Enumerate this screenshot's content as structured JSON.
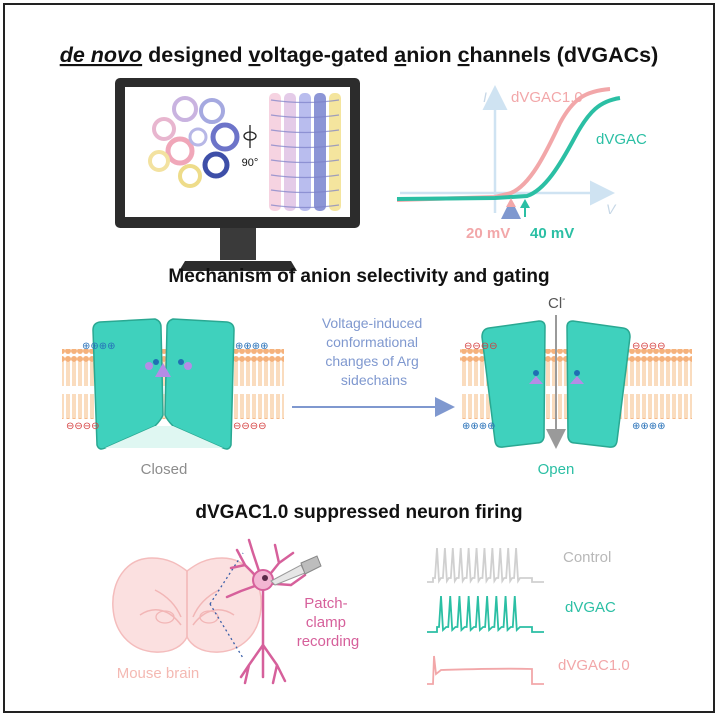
{
  "title": {
    "seg1": "de novo",
    "seg2": " designed ",
    "seg3": "v",
    "seg4": "oltage-",
    "seg5": "g",
    "seg6": "ated ",
    "seg7": "a",
    "seg8": "nion ",
    "seg9": "c",
    "seg10": "hannels (dVGACs)"
  },
  "monitor": {
    "rotation_label": "90°"
  },
  "iv_plot": {
    "y_axis_label": "I",
    "x_axis_label": "V",
    "series_1": "dVGAC1.0",
    "series_2": "dVGAC",
    "threshold_1": "20 mV",
    "threshold_2": "40 mV"
  },
  "mechanism": {
    "heading": "Mechanism of anion selectivity and gating",
    "transition_text": [
      "Voltage-induced",
      "conformational",
      "changes of Arg",
      "sidechains"
    ],
    "closed_label": "Closed",
    "open_label": "Open",
    "ion_label": "Cl",
    "ion_charge": "-"
  },
  "firing": {
    "heading": "dVGAC1.0 suppressed neuron firing",
    "brain_label": "Mouse brain",
    "recording_label": [
      "Patch-",
      "clamp",
      "recording"
    ],
    "trace_labels": [
      "Control",
      "dVGAC",
      "dVGAC1.0"
    ]
  },
  "colors": {
    "teal": "#2bbfa4",
    "channel_fill": "#3fd1bd",
    "pink": "#f2a7a9",
    "grey": "#b8b8b8",
    "neuron": "#d6609b",
    "arrow_blue": "#7f98cf",
    "membrane": "#f7c99a"
  }
}
